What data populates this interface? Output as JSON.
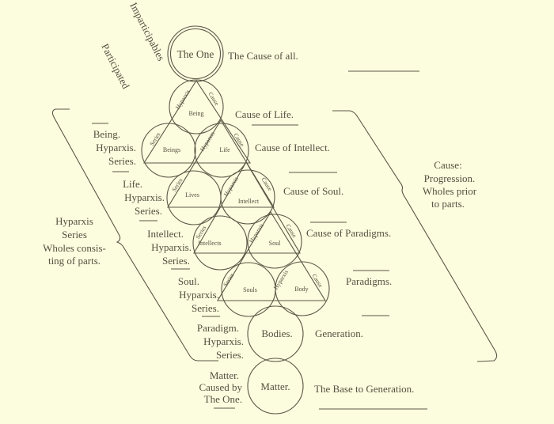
{
  "colors": {
    "background": "#fcfcdf",
    "ink": "#55513f"
  },
  "vertical_labels": {
    "imparticipables": "Imparticipables",
    "participated": "Participated"
  },
  "circles": {
    "one": "The One",
    "being": "Being",
    "beings": "Beings",
    "life": "Life",
    "lives": "Lives",
    "intellect": "Intellect",
    "intellects": "Intellects",
    "soul": "Soul",
    "souls": "Souls",
    "body": "Body",
    "bodies": "Bodies.",
    "matter": "Matter."
  },
  "edge_labels": {
    "hyparxis": "Hyparxis",
    "cause": "Cause",
    "series": "Series"
  },
  "right_labels": {
    "cause_of_all": "The Cause of all.",
    "cause_of_life": "Cause of Life.",
    "cause_of_intellect": "Cause of Intellect.",
    "cause_of_soul": "Cause of Soul.",
    "cause_of_paradigms": "Cause of Paradigms.",
    "paradigms": "Paradigms.",
    "generation": "Generation.",
    "base_to_generation": "The Base to Generation."
  },
  "left_labels": [
    [
      "Being.",
      "Hyparxis.",
      "Series."
    ],
    [
      "Life.",
      "Hyparxis.",
      "Series."
    ],
    [
      "Intellect.",
      "Hyparxis.",
      "Series."
    ],
    [
      "Soul.",
      "Hyparxis.",
      "Series."
    ],
    [
      "Paradigm.",
      "Hyparxis.",
      "Series."
    ],
    [
      "Matter.",
      "Caused by",
      "The One."
    ]
  ],
  "left_bracket_note": [
    "Hyparxis",
    "Series",
    "Wholes consis-",
    "ting of parts."
  ],
  "right_bracket_note": [
    "Cause:",
    "Progression.",
    "Wholes prior",
    "to parts."
  ]
}
